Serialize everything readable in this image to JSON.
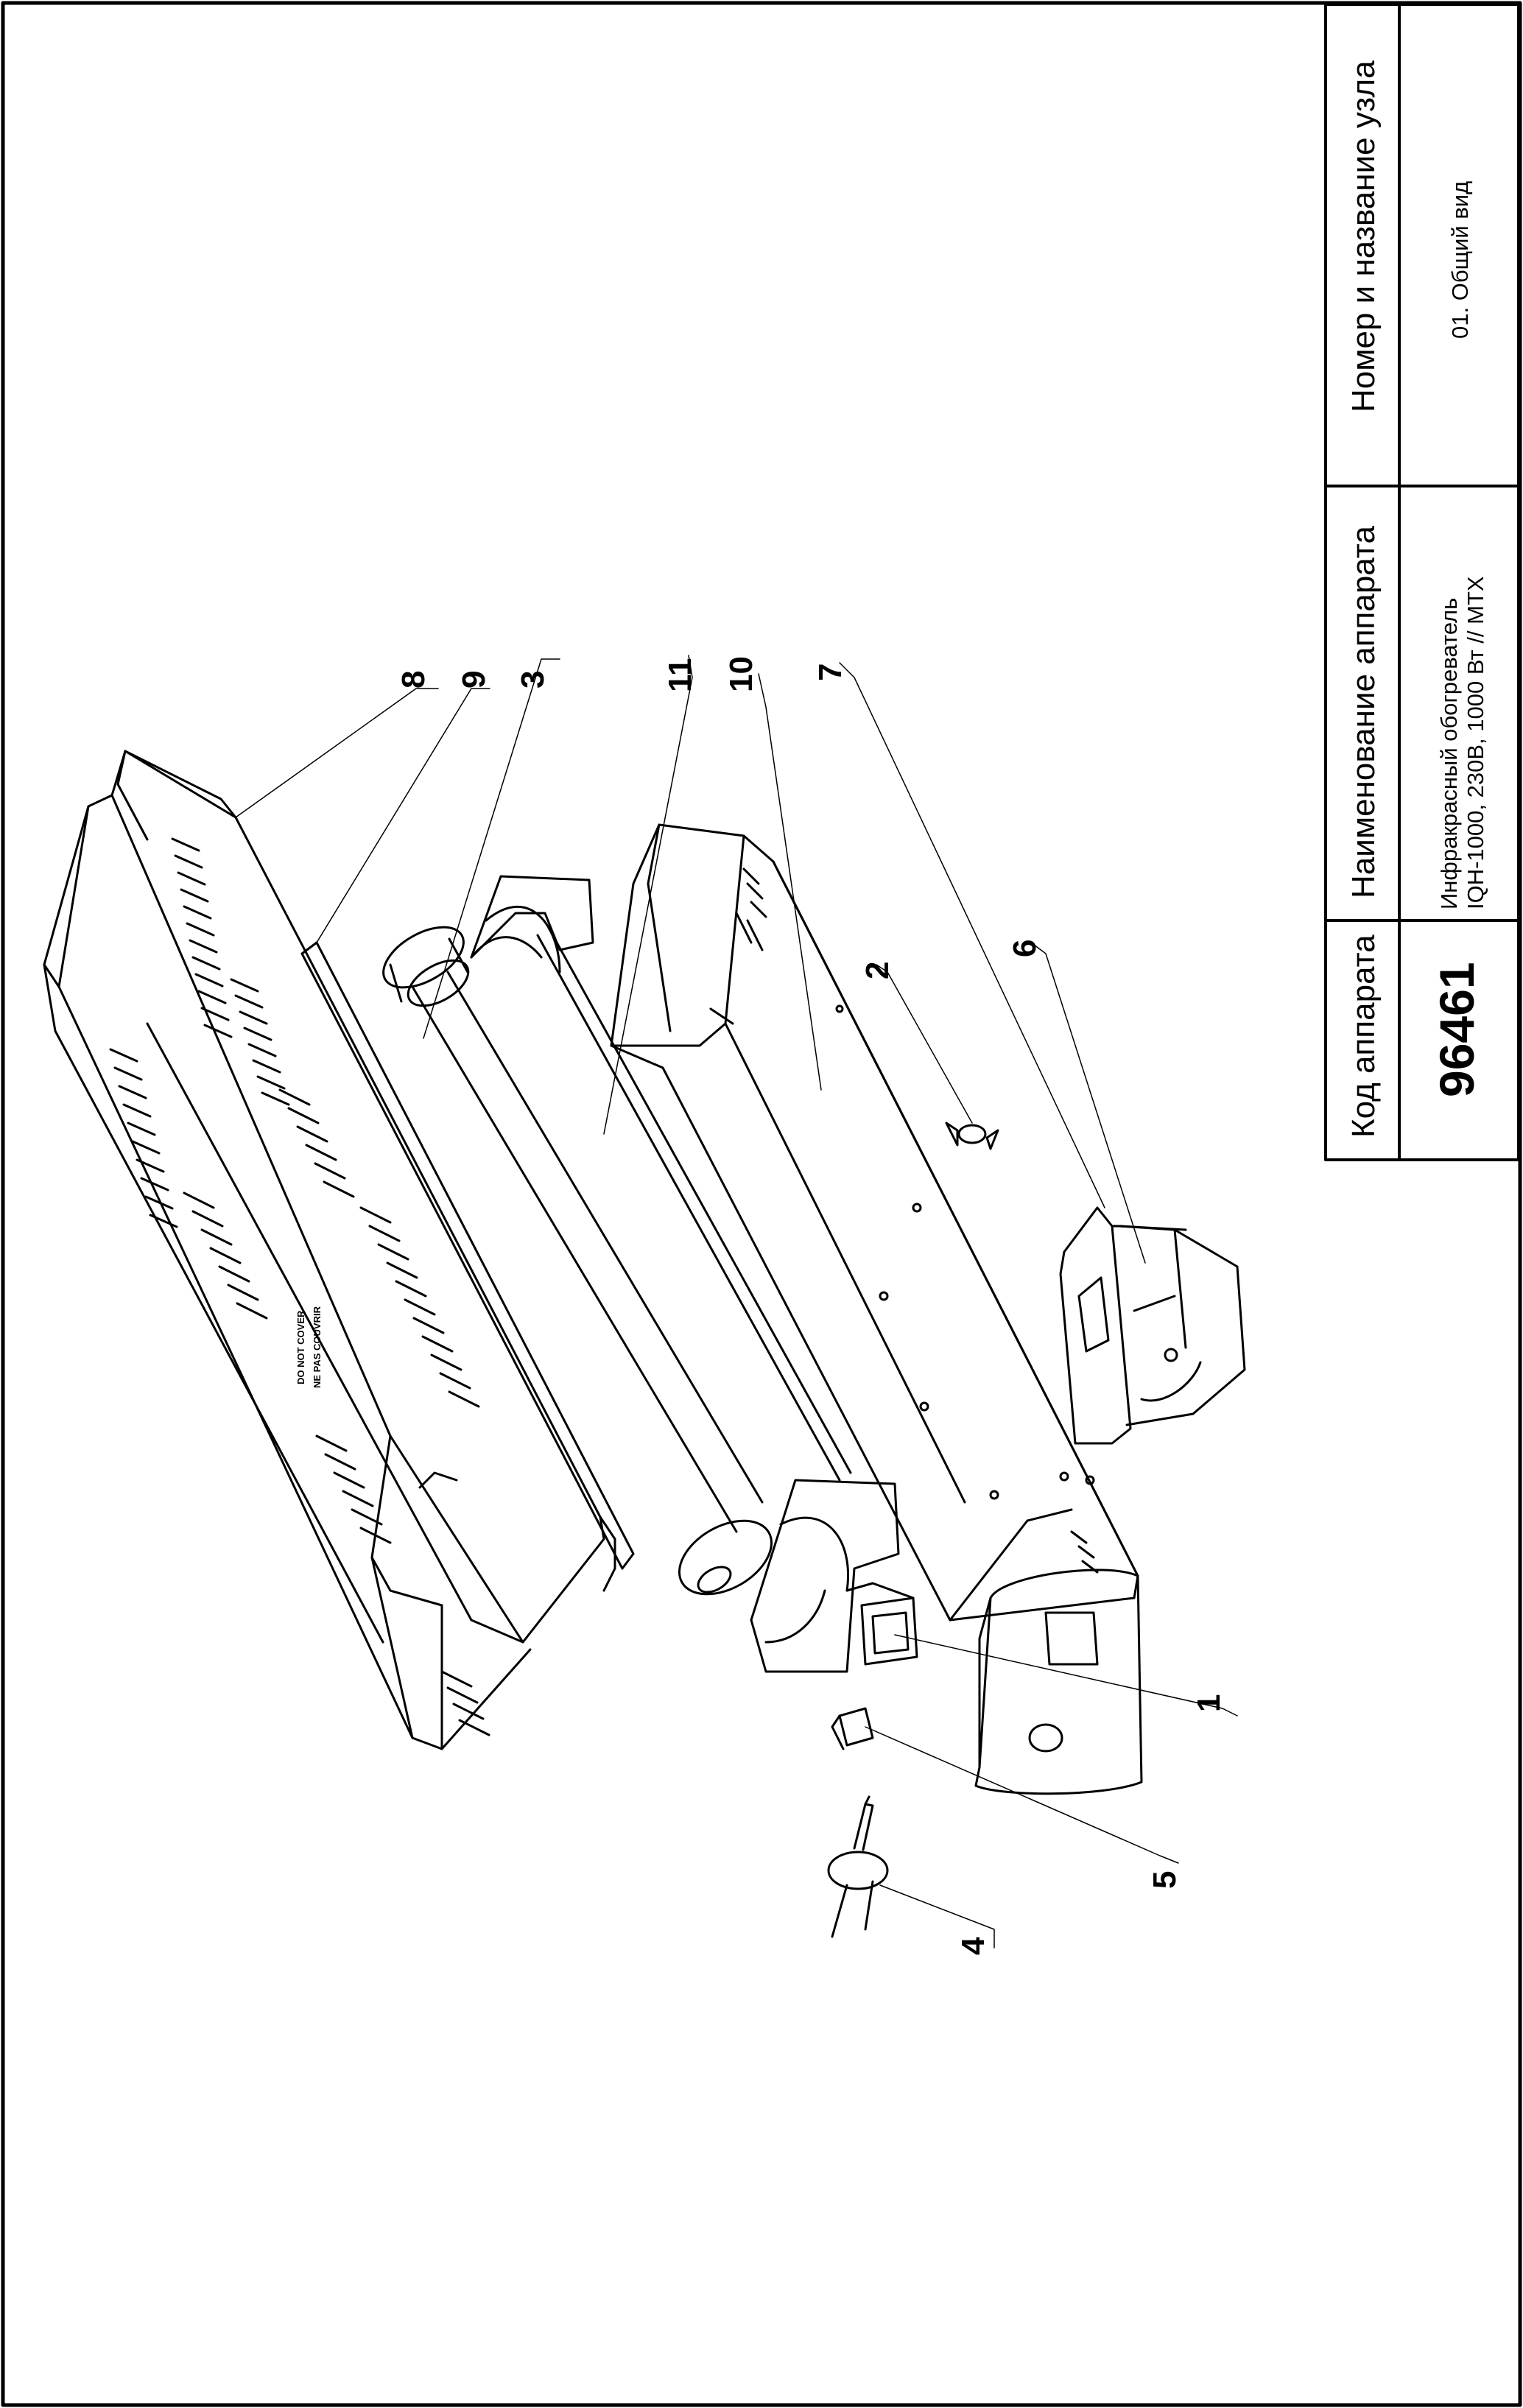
{
  "title_block": {
    "code_header": "Код аппарата",
    "code_value": "96461",
    "device_header": "Наименование аппарата",
    "device_line1": "Инфракрасный обогреватель",
    "device_line2": "IQH-1000, 230В, 1000 Вт // MTX",
    "node_header": "Номер и название узла",
    "node_value": "01. Общий вид"
  },
  "housing_label": {
    "line1": "DO NOT COVER",
    "line2": "NE PAS COUVRIR"
  },
  "callouts": [
    "1",
    "2",
    "3",
    "4",
    "5",
    "6",
    "7",
    "8",
    "9",
    "10",
    "11"
  ]
}
